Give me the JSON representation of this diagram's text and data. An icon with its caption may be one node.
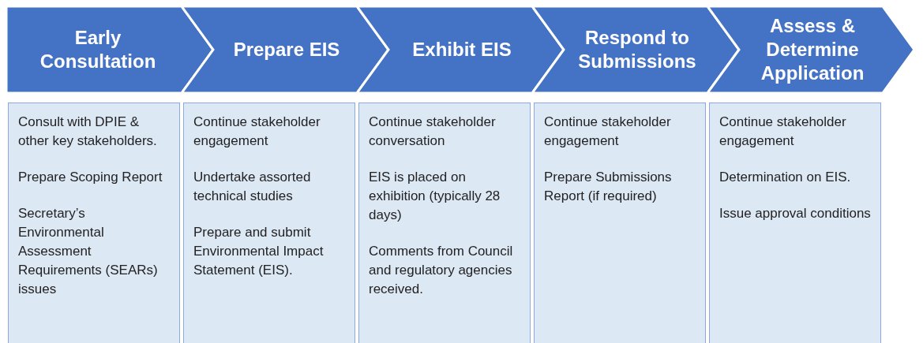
{
  "diagram": {
    "nodes": [
      {
        "text": [
          "Early Consultation"
        ]
      },
      {
        "text": [
          "Prepare EIS"
        ]
      },
      {
        "text": [
          "Exhibit EIS"
        ]
      },
      {
        "text": [
          "Respond to Submissions"
        ]
      },
      {
        "text": [
          "Assess & Determine Application"
        ]
      },
      {
        "text": [
          "Consult with DPIE & other key stakeholders.",
          "Prepare Scoping Report",
          "Secretary’s Environmental Assessment Requirements (SEARs) issues"
        ]
      },
      {
        "text": [
          "Continue stakeholder engagement",
          "Undertake assorted technical studies",
          "Prepare and submit Environmental Impact Statement (EIS)."
        ]
      },
      {
        "text": [
          "Continue stakeholder conversation",
          "EIS is placed on exhibition (typically 28 days)",
          "Comments from Council and regulatory agencies received."
        ]
      },
      {
        "text": [
          "Continue stakeholder engagement",
          "Prepare Submissions Report (if required)"
        ]
      },
      {
        "text": [
          "Continue stakeholder engagement",
          "Determination on EIS.",
          "Issue approval conditions"
        ]
      }
    ]
  }
}
